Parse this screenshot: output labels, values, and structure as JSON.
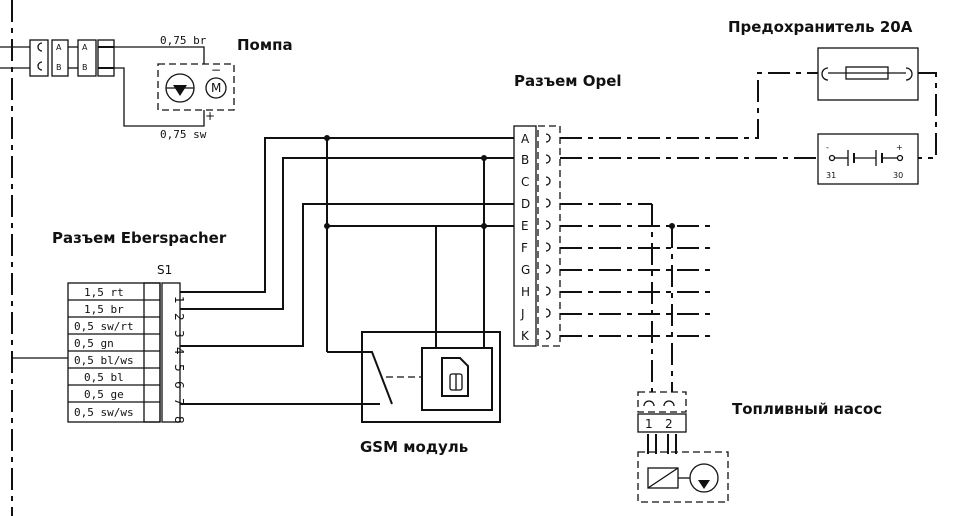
{
  "labels": {
    "pump": "Помпа",
    "fuse": "Предохранитель 20А",
    "opel_connector": "Разъем Opel",
    "eberspacher_connector": "Разъем Eberspacher",
    "gsm_module": "GSM модуль",
    "fuel_pump": "Топливный насос"
  },
  "pump": {
    "wire_top": "0,75 br",
    "wire_bottom": "0,75 sw",
    "motor_symbol": "M",
    "minus": "−",
    "plus": "+",
    "left_pins": [
      "A",
      "B"
    ]
  },
  "eberspacher": {
    "ref": "S1",
    "wires": [
      "1,5 rt",
      "1,5 br",
      "0,5 sw/rt",
      "0,5 gn",
      "0,5 bl/ws",
      "0,5 bl",
      "0,5 ge",
      "0,5 sw/ws"
    ],
    "pins": [
      "1",
      "2",
      "3",
      "4",
      "5",
      "6",
      "7",
      "8"
    ]
  },
  "opel": {
    "pins": [
      "A",
      "B",
      "C",
      "D",
      "E",
      "F",
      "G",
      "H",
      "J",
      "K"
    ]
  },
  "battery": {
    "terminal_left": "31",
    "terminal_right": "30"
  },
  "fuel_pump": {
    "pins": [
      "1",
      "2"
    ]
  }
}
